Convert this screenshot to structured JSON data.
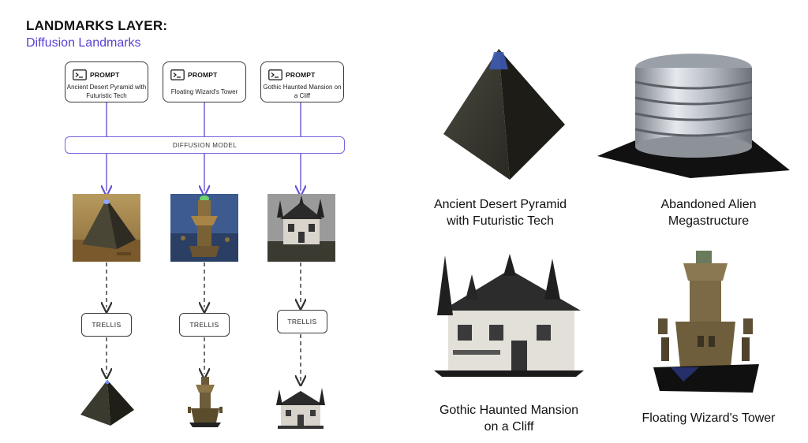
{
  "header": {
    "title": "LANDMARKS LAYER:",
    "subtitle": "Diffusion Landmarks"
  },
  "pipeline": {
    "prompt_label": "PROMPT",
    "prompts": [
      "Ancient Desert Pyramid with Futuristic Tech",
      "Floating Wizard's Tower",
      "Gothic Haunted Mansion on a Cliff"
    ],
    "model_label": "DIFFUSION MODEL",
    "trellis_label": "TRELLIS"
  },
  "gallery": {
    "captions": [
      "Ancient Desert Pyramid\nwith Futuristic Tech",
      "Abandoned Alien\nMegastructure",
      "Gothic Haunted Mansion\non a Cliff",
      "Floating Wizard's Tower"
    ]
  },
  "colors": {
    "accent": "#5a3fd3",
    "model_border": "#7a5fe0",
    "arrow": "#6a52d6"
  },
  "icons": [
    "terminal-icon",
    "arrow-down-icon",
    "dashed-arrow-icon"
  ]
}
